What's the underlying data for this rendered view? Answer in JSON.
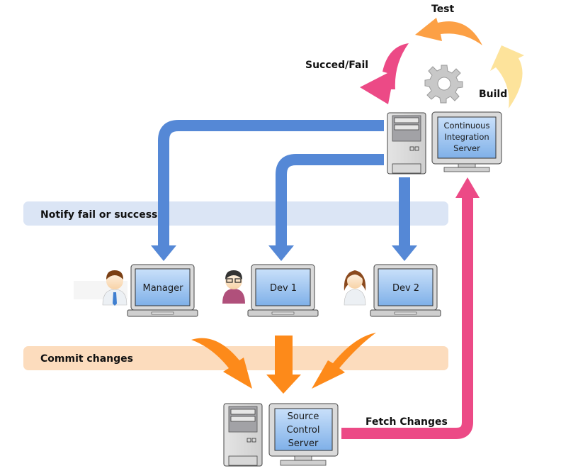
{
  "diagram": {
    "type": "continuous-integration-workflow",
    "cycle_labels": {
      "test": "Test",
      "build": "Build",
      "result": "Succed/Fail"
    },
    "ci_server": {
      "label_lines": [
        "Continuous",
        "Integration",
        "Server"
      ]
    },
    "source_server": {
      "label_lines": [
        "Source",
        "Control",
        "Server"
      ]
    },
    "bands": {
      "notify": "Notify fail or success",
      "commit": "Commit changes"
    },
    "fetch_label": "Fetch Changes",
    "workstations": [
      {
        "label": "Manager",
        "person": "manager"
      },
      {
        "label": "Dev 1",
        "person": "developer-glasses"
      },
      {
        "label": "Dev 2",
        "person": "developer-female"
      }
    ],
    "colors": {
      "notify_arrow": "#5588d6",
      "notify_band": "#dbe5f5",
      "commit_arrow": "#fd8a1a",
      "commit_band": "#fcdcbd",
      "fetch_arrow": "#ec4a86",
      "test_arrow": "#fca045",
      "build_arrow": "#fde39b",
      "result_arrow": "#ec4a86"
    }
  }
}
